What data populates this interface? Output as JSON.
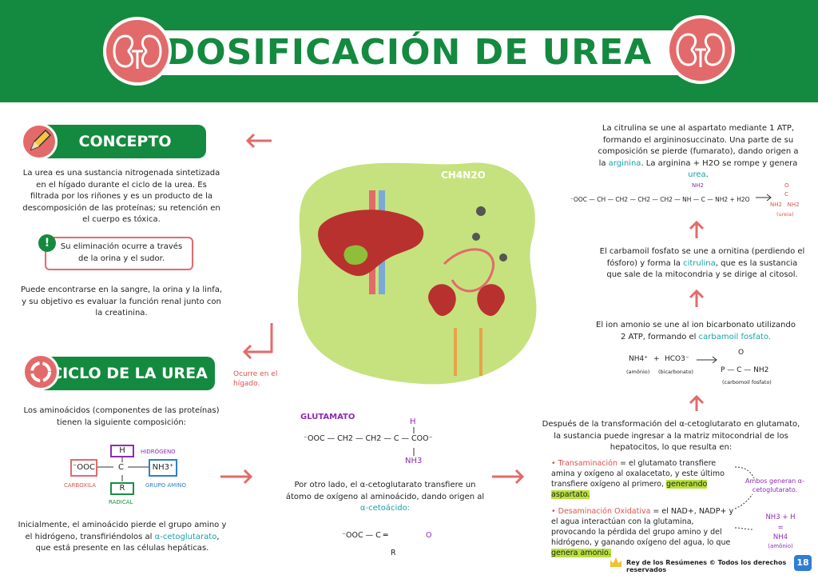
{
  "header": {
    "title": "DOSIFICACIÓN DE UREA"
  },
  "concepto": {
    "heading": "CONCEPTO",
    "paragraph1": "La urea es una sustancia nitrogenada sintetizada en el hígado durante el ciclo de la urea. Es filtrada por los riñones y es un producto de la descomposición de las proteínas; su retención en el cuerpo es tóxica.",
    "note": "Su eliminación ocurre a través de la orina y el sudor.",
    "paragraph2": "Puede encontrarse en la sangre, la orina y la linfa, y su objetivo es evaluar la función renal junto con la creatinina."
  },
  "ciclo": {
    "heading": "CICLO DE LA UREA",
    "side_note": "Ocurre en el hígado.",
    "paragraph1": "Los aminoácidos (componentes de las proteínas) tienen la siguiente composición:",
    "labels": {
      "carboxila": "CARBOXILA",
      "hidrogeno": "HIDRÓGENO",
      "grupo_amino": "GRUPO AMINO",
      "radical": "RADICAL",
      "ooc": "⁻OOC",
      "h": "H",
      "c": "C",
      "nh3": "NH3⁺",
      "r": "R"
    },
    "paragraph2_a": "Inicialmente, el aminoácido pierde el grupo amino y el hidrógeno, transfiriéndolos al ",
    "paragraph2_b": "α-cetoglutarato",
    "paragraph2_c": ", que está presente en las células hepáticas."
  },
  "center": {
    "formula": "CH4N2O",
    "glutamato_label": "GLUTAMATO",
    "glutamato_h": "H",
    "glutamato_chain": "⁻OOC — CH2 — CH2 — C — COO⁻",
    "glutamato_nh3": "NH3",
    "paragraph_a": "Por otro lado, el α-cetoglutarato transfiere un átomo de oxígeno al aminoácido, dando origen al ",
    "paragraph_b": "α-cetoácido:",
    "cetoacido_chain": "⁻OOC — C ═",
    "cetoacido_o": "O",
    "cetoacido_r": "R"
  },
  "right": {
    "citrulina_a": "La citrulina se une al aspartato mediante 1 ATP, formando el argininosuccinato. Una parte de su composición se pierde (fumarato), dando origen a la ",
    "citrulina_b": "arginina",
    "citrulina_c": ". La arginina + H2O se rompe y genera ",
    "citrulina_d": "urea",
    "citrulina_e": ".",
    "arg_chain": "⁻OOC — CH — CH2 — CH2 — CH2 — NH — C — NH2   +   H2O",
    "arg_nh2": "NH2",
    "urea_o": "O",
    "urea_c": "C",
    "urea_nh2": "NH2   NH2",
    "urea_label": "(ureia)",
    "carbamoil_a": "El carbamoil fosfato se une a ornitina (perdiendo el fósforo) y forma la ",
    "carbamoil_b": "citrulina",
    "carbamoil_c": ", que es la sustancia que sale de la mitocondria y se dirige al citosol.",
    "amonio_a": "El ion amonio se une al ion bicarbonato utilizando 2 ATP, formando el ",
    "amonio_b": "carbamoil fosfato.",
    "eq_nh4": "NH4⁺",
    "eq_plus": "+",
    "eq_hco3": "HCO3⁻",
    "eq_amonio": "(amônio)",
    "eq_bicarbonato": "(bicarbonato)",
    "eq_o": "O",
    "eq_p": "P — C — NH2",
    "eq_carb": "(carbomoil fosfato)",
    "despues": "Después de la transformación del α-cetoglutarato en glutamato, la sustancia puede ingresar a la matriz mitocondrial de los hepatocitos, lo que resulta en:",
    "trans_label": "Transaminación",
    "trans_a": " = el glutamato transfiere amina y oxígeno al oxalacetato, y este último transfiere oxígeno al primero, ",
    "trans_hl": "generando aspartato.",
    "desam_label": "Desaminación Oxidativa",
    "desam_a": " = el NAD+, NADP+ y el agua interactúan con la glutamina, provocando la pérdida del grupo amino y del hidrógeno, y ganando oxígeno del agua, lo que ",
    "desam_hl": "genera amonio.",
    "ambos": "Ambos generan α-cetoglutarato.",
    "nh3h": "NH3 + H",
    "eq2": "=",
    "nh4": "NH4",
    "amonio2": "(amônio)"
  },
  "footer": {
    "text": "Rey de los Resúmenes © Todos los derechos reservados",
    "page": "18"
  },
  "colors": {
    "green": "#138a3f",
    "red": "#e36a6a",
    "lime": "#c5e27e",
    "teal": "#16a2a8",
    "purple": "#8e2bb5"
  }
}
